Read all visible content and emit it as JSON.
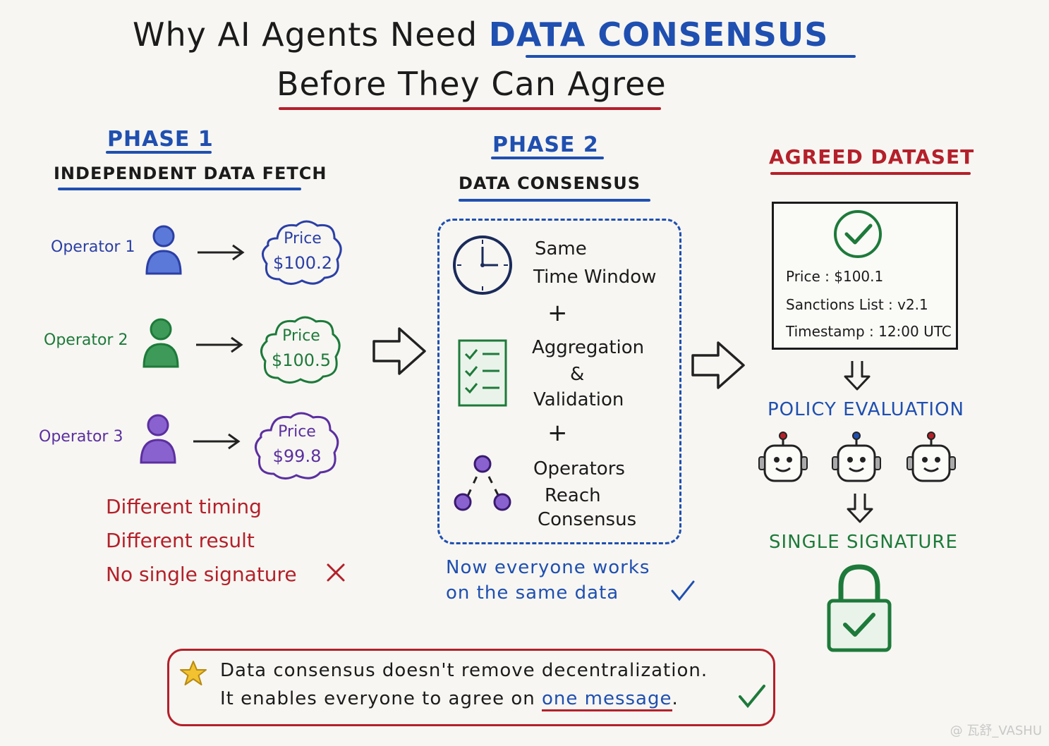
{
  "title": {
    "line1_plain": "Why AI Agents Need",
    "line1_accent": "DATA CONSENSUS",
    "line2": "Before They Can Agree"
  },
  "phase1": {
    "heading": "PHASE 1",
    "subtitle": "INDEPENDENT DATA FETCH",
    "operators": [
      {
        "label": "Operator 1",
        "price_label": "Price",
        "price": "$100.2",
        "color": "#2b3fa6"
      },
      {
        "label": "Operator 2",
        "price_label": "Price",
        "price": "$100.5",
        "color": "#1d7a3a"
      },
      {
        "label": "Operator 3",
        "price_label": "Price",
        "price": "$99.8",
        "color": "#5b2fa0"
      }
    ],
    "notes": [
      "Different timing",
      "Different result",
      "No single signature"
    ]
  },
  "phase2": {
    "heading": "PHASE 2",
    "subtitle": "DATA CONSENSUS",
    "steps": [
      {
        "icon": "clock-icon",
        "lines": [
          "Same",
          "Time Window"
        ]
      },
      {
        "icon": "checklist-icon",
        "lines": [
          "Aggregation",
          "&",
          "Validation"
        ]
      },
      {
        "icon": "network-icon",
        "lines": [
          "Operators",
          "Reach",
          "Consensus"
        ]
      }
    ],
    "plus": "+",
    "note_line1": "Now everyone works",
    "note_line2": "on the same data"
  },
  "agreed": {
    "heading": "AGREED DATASET",
    "fields": [
      {
        "label": "Price",
        "value": "$100.1"
      },
      {
        "label": "Sanctions List",
        "value": "v2.1"
      },
      {
        "label": "Timestamp",
        "value": "12:00 UTC"
      }
    ],
    "policy_heading": "POLICY EVALUATION",
    "signature_heading": "SINGLE SIGNATURE"
  },
  "footer": {
    "line1": "Data consensus doesn't remove decentralization.",
    "line2_prefix": "It enables everyone to agree on",
    "line2_emphasis": "one message",
    "line2_suffix": "."
  },
  "colors": {
    "blue": "#1f4fb0",
    "red": "#b4202a",
    "green": "#1d7a3a",
    "purple": "#5b2fa0"
  },
  "watermark": "@ 瓦舒_VASHU"
}
